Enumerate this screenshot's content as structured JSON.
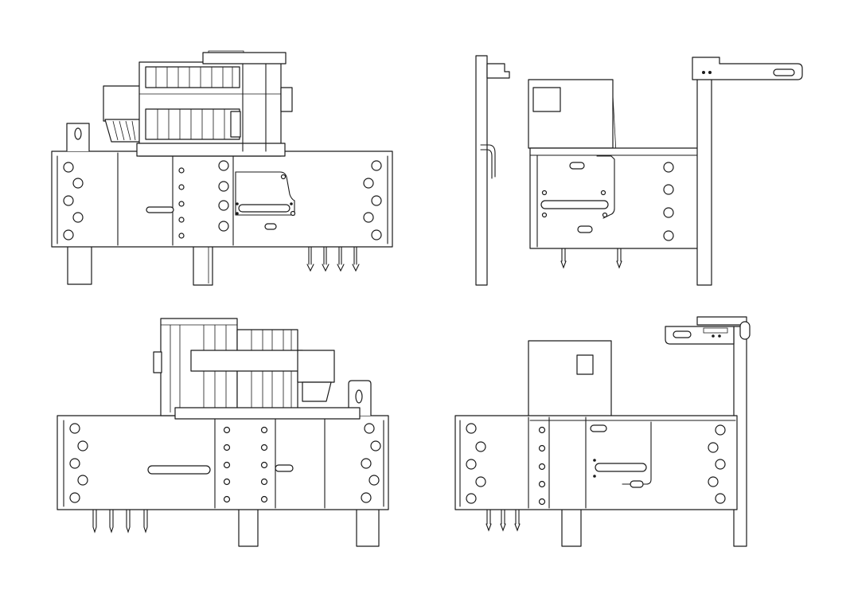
{
  "drawing": {
    "style": "line-art",
    "views": [
      {
        "id": "view-top-left",
        "kind": "front"
      },
      {
        "id": "view-top-right",
        "kind": "side"
      },
      {
        "id": "view-bottom-left",
        "kind": "rear"
      },
      {
        "id": "view-bottom-right",
        "kind": "side"
      }
    ]
  },
  "colors": {
    "ink": "#1a1a1a",
    "background": "#ffffff"
  }
}
